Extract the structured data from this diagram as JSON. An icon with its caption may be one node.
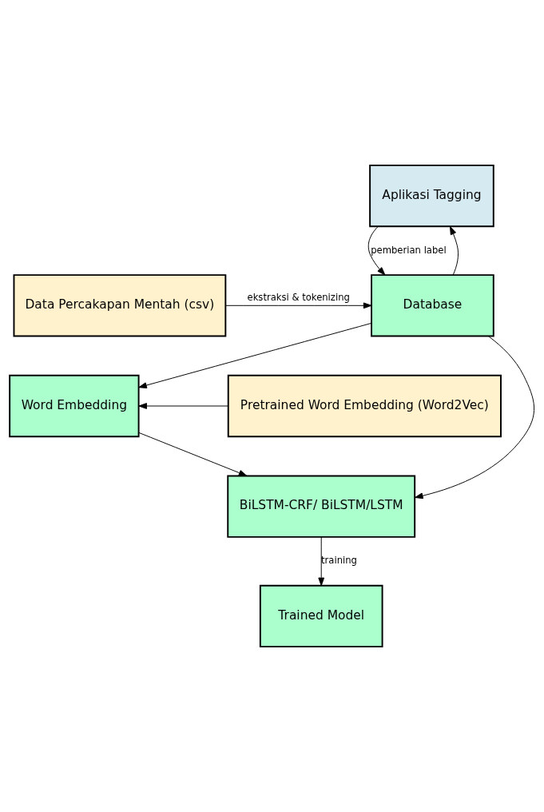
{
  "diagram": {
    "nodes": [
      {
        "text": [
          "Aplikasi Tagging"
        ]
      },
      {
        "text": [
          "Data Percakapan Mentah (csv)"
        ]
      },
      {
        "text": [
          "Database"
        ]
      },
      {
        "text": [
          "Pretrained Word Embedding (Word2Vec)"
        ]
      },
      {
        "text": [
          "Word Embedding"
        ]
      },
      {
        "text": [
          "BiLSTM-CRF/ BiLSTM/LSTM"
        ]
      },
      {
        "text": [
          "Trained Model"
        ]
      }
    ],
    "edges": [
      {
        "from": 2,
        "to": 0,
        "arrow": "to"
      },
      {
        "from": 0,
        "to": 2,
        "arrow": "to",
        "label": "pemberian label"
      },
      {
        "from": 1,
        "to": 2,
        "arrow": "to",
        "label": "ekstraksi & tokenizing"
      },
      {
        "from": 2,
        "to": 4,
        "arrow": "to"
      },
      {
        "from": 3,
        "to": 4,
        "arrow": "to"
      },
      {
        "from": 4,
        "to": 5,
        "arrow": "to"
      },
      {
        "from": 2,
        "to": 5,
        "arrow": "to"
      },
      {
        "from": 5,
        "to": 6,
        "arrow": "to",
        "label": "training"
      }
    ]
  }
}
